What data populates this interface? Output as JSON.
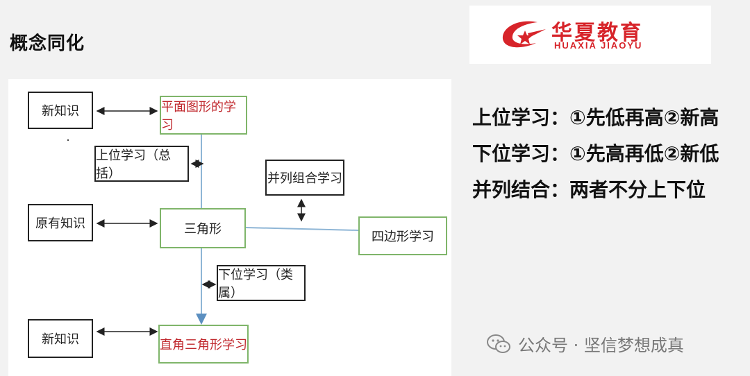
{
  "page": {
    "title": "概念同化"
  },
  "logo": {
    "cn": "华夏教育",
    "en": "HUAXIA JIAOYU",
    "color": "#d7242a"
  },
  "diagram": {
    "boxes": {
      "new_knowledge_top": "新知识",
      "plane_figure": "平面图形的学习",
      "superordinate": "上位学习（总括）",
      "parallel_combo": "并列组合学习",
      "prior_knowledge": "原有知识",
      "triangle": "三角形",
      "quadrilateral": "四边形学习",
      "subordinate": "下位学习（类属）",
      "new_knowledge_bottom": "新知识",
      "right_triangle": "直角三角形学习"
    },
    "accent_red": "#c0282d",
    "green_border": "#7fb56a",
    "line_blue": "#8fb6d6"
  },
  "notes": {
    "line1": "上位学习：①先低再高②新高",
    "line2": "下位学习：①先高再低②新低",
    "line3": "并列结合：两者不分上下位"
  },
  "watermark": {
    "text": "公众号 · 坚信梦想成真",
    "icon": "wechat-icon"
  }
}
